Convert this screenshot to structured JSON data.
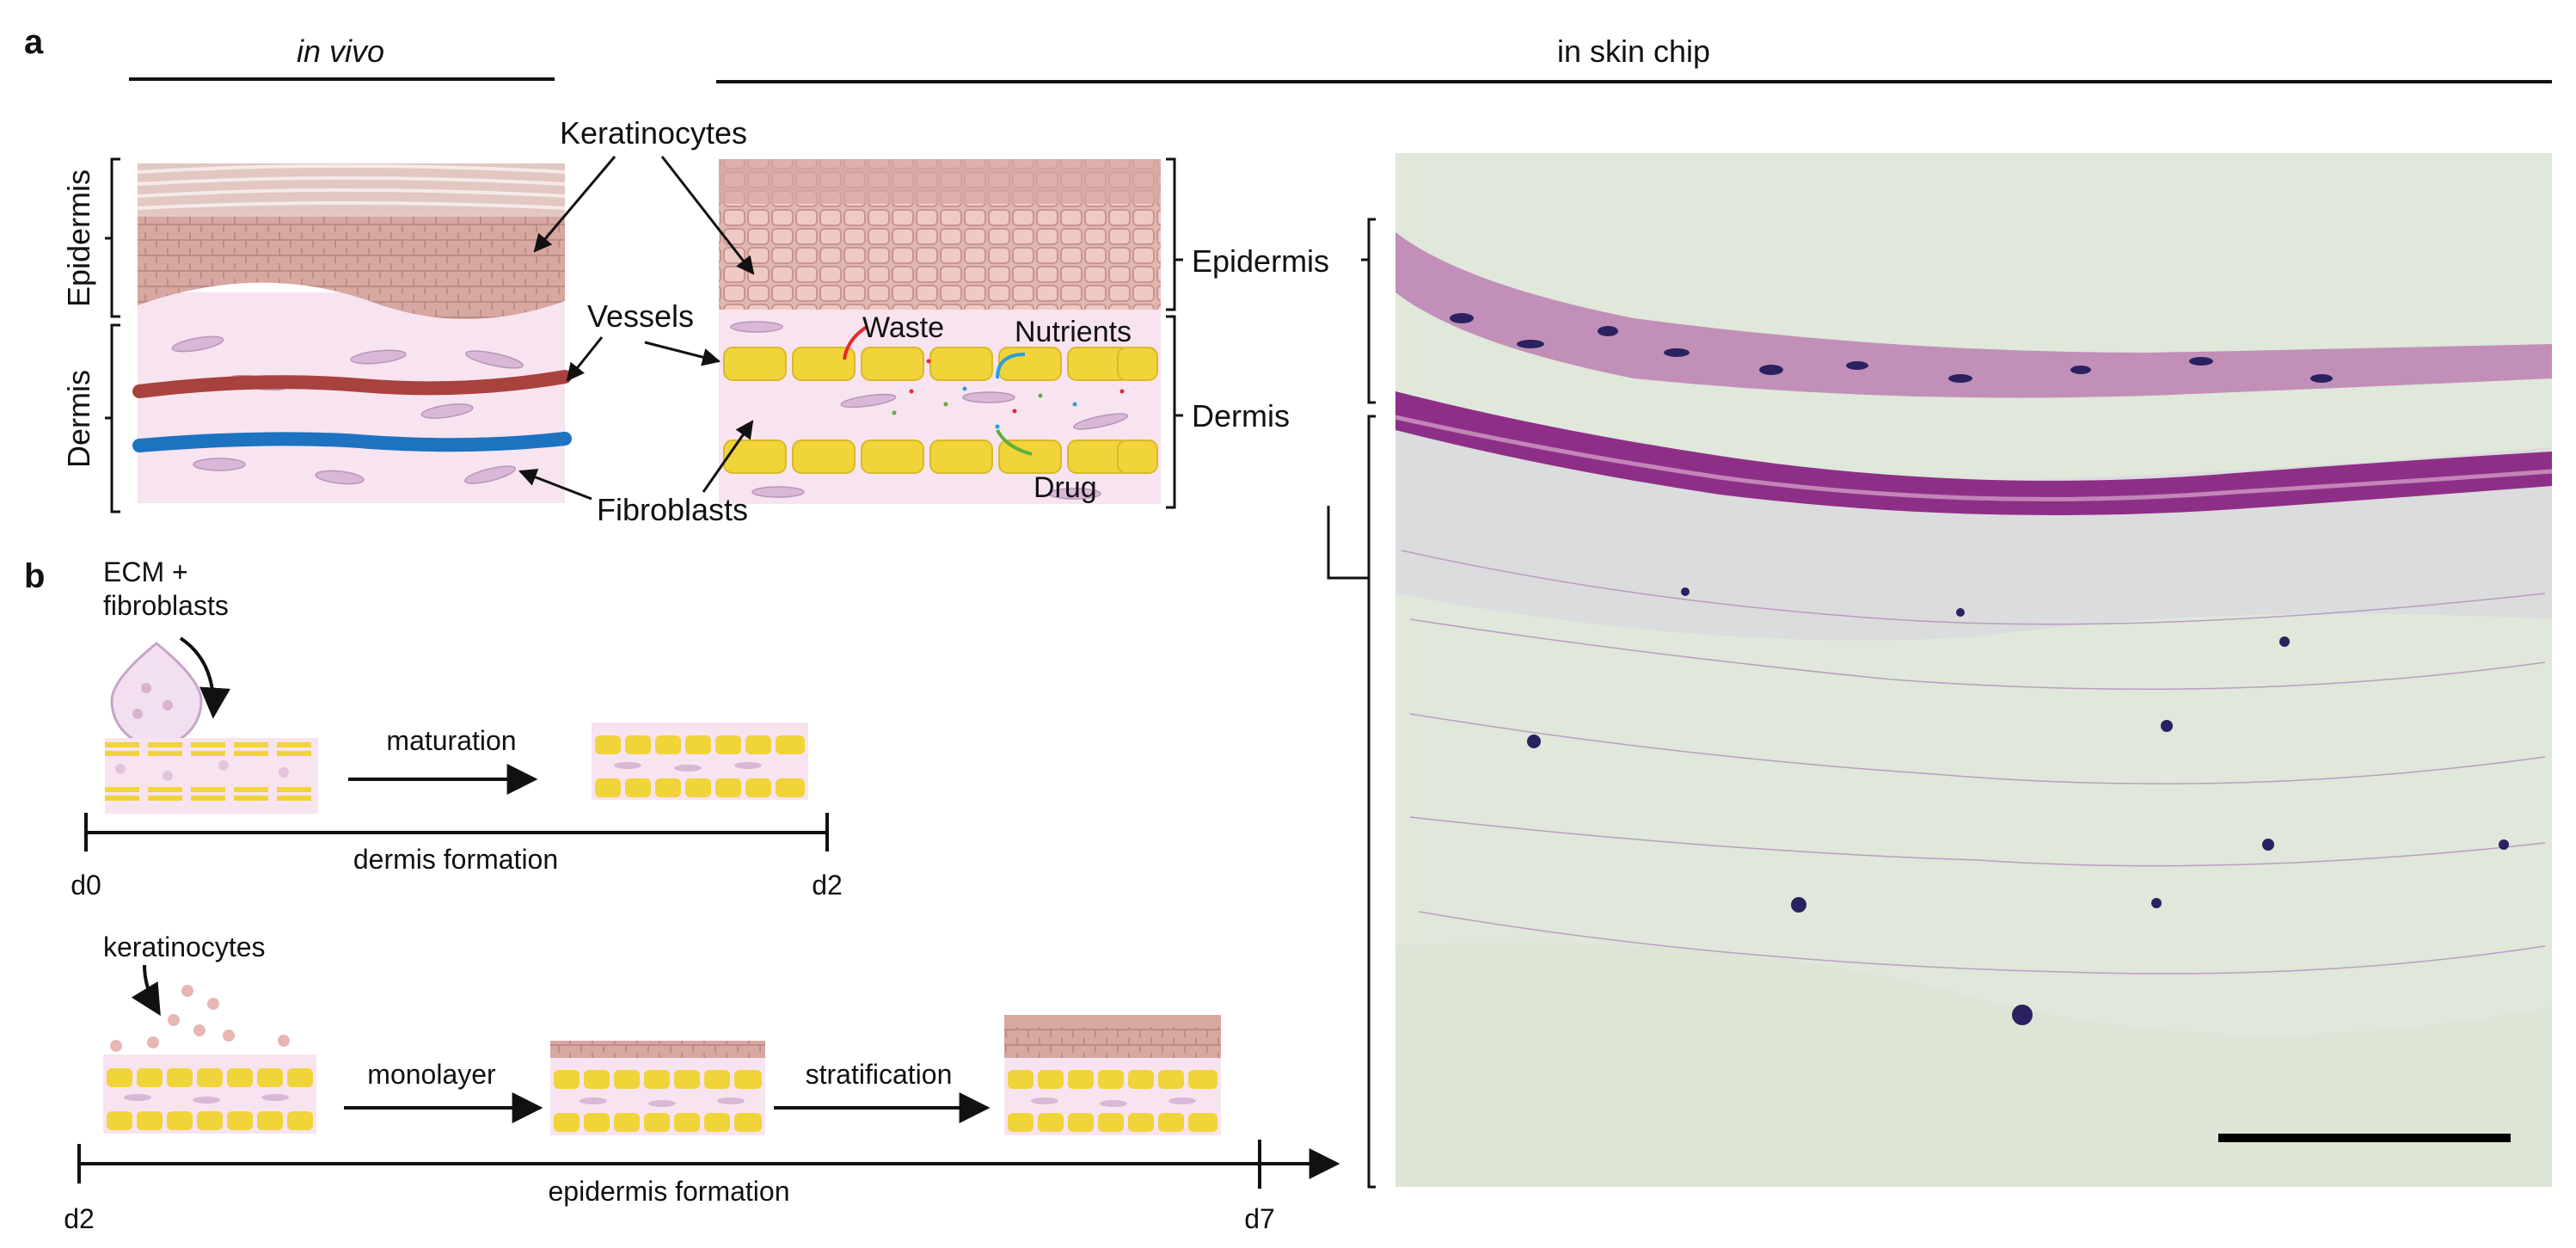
{
  "panel_a": {
    "letter": "a",
    "in_vivo_label": "in vivo",
    "chip_label": "in skin chip",
    "epidermis_left": "Epidermis",
    "dermis_left": "Dermis",
    "keratinocytes": "Keratinocytes",
    "vessels": "Vessels",
    "fibroblasts": "Fibroblasts",
    "waste": "Waste",
    "nutrients": "Nutrients",
    "drug": "Drug",
    "epidermis_right": "Epidermis",
    "dermis_right": "Dermis"
  },
  "panel_b": {
    "letter": "b",
    "ecm_line1": "ECM +",
    "ecm_line2": "fibroblasts",
    "maturation": "maturation",
    "dermis_formation": "dermis formation",
    "d0": "d0",
    "d2_top": "d2",
    "keratinocytes": "keratinocytes",
    "monolayer": "monolayer",
    "stratification": "stratification",
    "epidermis_formation": "epidermis formation",
    "d2_bottom": "d2",
    "d7": "d7"
  },
  "colors": {
    "epidermis_pink": "#d9a9a4",
    "dermis_pink": "#f7e4f0",
    "artery_red": "#a8423c",
    "vein_blue": "#1d73c0",
    "channel_yellow": "#f1d33a",
    "waste_red": "#e8272a",
    "nutrients_blue": "#2b9fd9",
    "drug_green": "#5fae3c",
    "histo_background": "#dfe8da",
    "histo_purple": "#8e2f87"
  }
}
